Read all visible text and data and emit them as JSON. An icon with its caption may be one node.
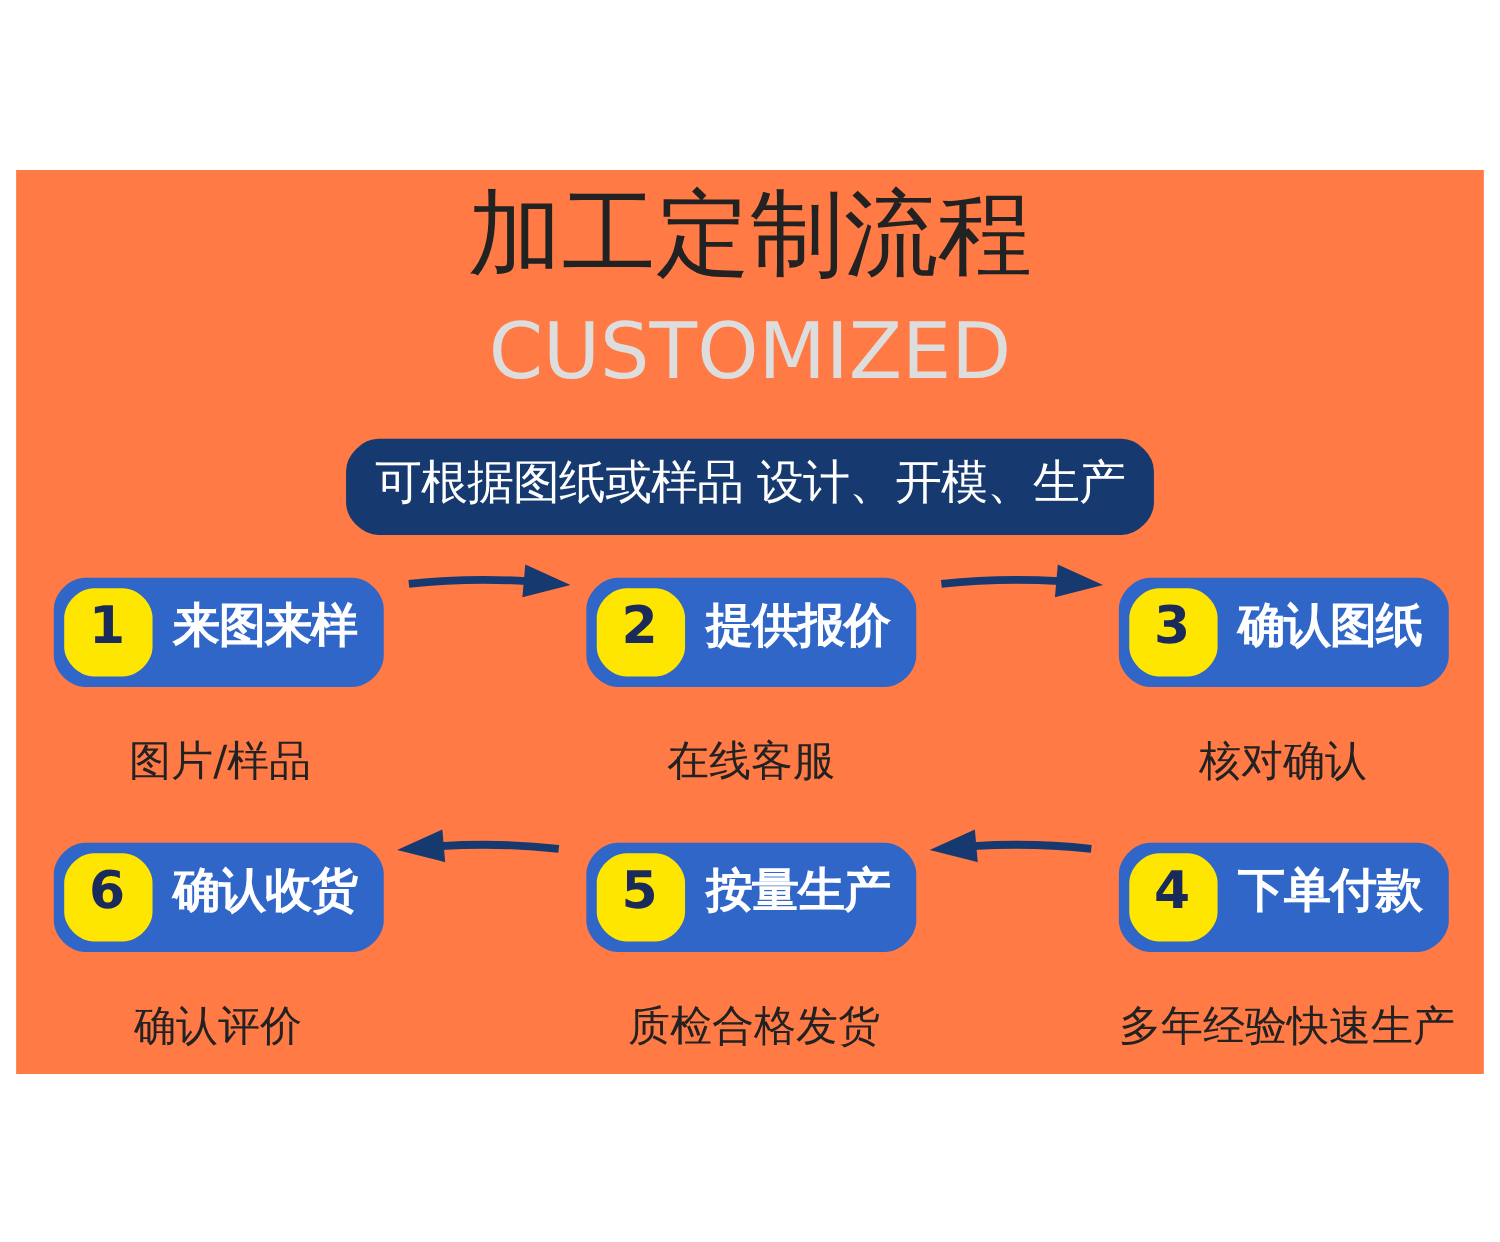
{
  "diagram": {
    "title": "加工定制流程",
    "nodes": [
      {
        "text": [
          "可根据图纸或样品 设计、开模、生产"
        ]
      },
      {
        "text": [
          "1",
          "来图来样"
        ],
        "beside": [
          "图片/样品"
        ]
      },
      {
        "text": [
          "2",
          "提供报价"
        ],
        "beside": [
          "在线客服"
        ]
      },
      {
        "text": [
          "3",
          "确认图纸"
        ],
        "beside": [
          "核对确认"
        ]
      },
      {
        "text": [
          "4",
          "下单付款"
        ],
        "beside": [
          "多年经验快速生产"
        ]
      },
      {
        "text": [
          "5",
          "按量生产"
        ],
        "beside": [
          "质检合格发货"
        ]
      },
      {
        "text": [
          "6",
          "确认收货"
        ],
        "beside": [
          "确认评价"
        ]
      }
    ],
    "edges": [
      {
        "from": 1,
        "to": 2,
        "arrow": "to"
      },
      {
        "from": 2,
        "to": 3,
        "arrow": "to"
      },
      {
        "from": 4,
        "to": 5,
        "arrow": "to"
      },
      {
        "from": 5,
        "to": 6,
        "arrow": "to"
      }
    ],
    "labels": [
      "CUSTOMIZED"
    ]
  }
}
